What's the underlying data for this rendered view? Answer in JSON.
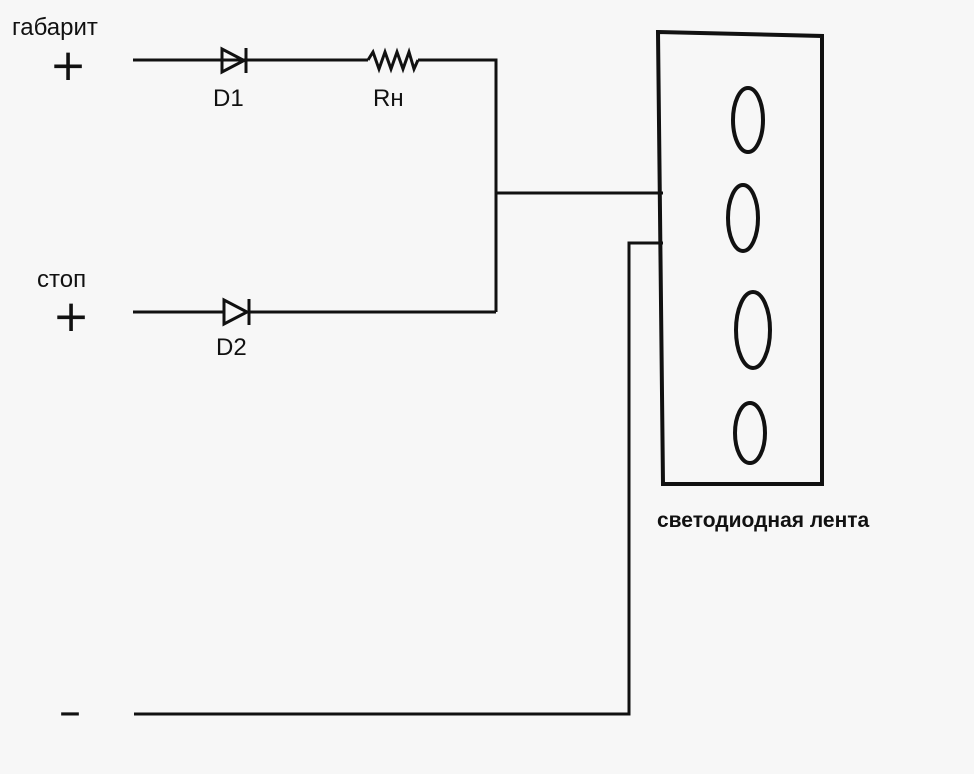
{
  "labels": {
    "gabarit": "габарит",
    "stop": "стоп",
    "plus_gabarit": "+",
    "plus_stop": "+",
    "minus": "–",
    "d1": "D1",
    "d2": "D2",
    "rn": "Rн",
    "strip": "светодиодная лента"
  },
  "colors": {
    "background": "#f7f7f7",
    "ink": "#111111"
  }
}
